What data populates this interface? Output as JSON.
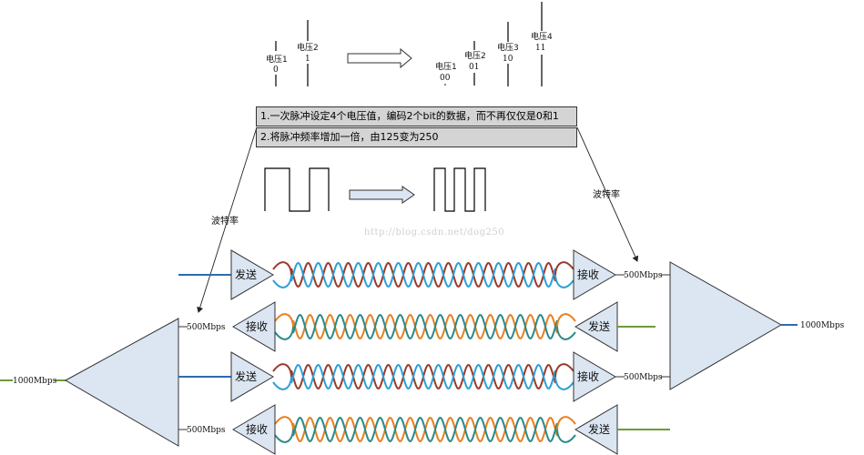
{
  "voltage": {
    "left": [
      {
        "name": "电压1",
        "code": "0"
      },
      {
        "name": "电压2",
        "code": "1"
      }
    ],
    "right": [
      {
        "name": "电压1",
        "code": "00"
      },
      {
        "name": "电压2",
        "code": "01"
      },
      {
        "name": "电压3",
        "code": "10"
      },
      {
        "name": "电压4",
        "code": "11"
      }
    ]
  },
  "notes": [
    "1.一次脉冲设定4个电压值，编码2个bit的数据，而不再仅仅是0和1",
    "2.将脉冲频率增加一倍，由125变为250"
  ],
  "watermark": "http://blog.csdn.net/dog250",
  "baud_label_left": "波特率",
  "baud_label_right": "波特率",
  "lanes": [
    {
      "left_box": "发送",
      "right_box": "接收",
      "right_rate": "500Mbps"
    },
    {
      "left_box": "接收",
      "right_box": "发送",
      "left_rate": "500Mbps"
    },
    {
      "left_box": "发送",
      "right_box": "接收",
      "right_rate": "500Mbps"
    },
    {
      "left_box": "接收",
      "right_box": "发送",
      "left_rate": "500Mbps"
    }
  ],
  "aggregate_left": "1000Mbps",
  "aggregate_right": "1000Mbps",
  "colors": {
    "brown": "#9b3a2a",
    "blue": "#2aa0d8",
    "orange": "#e8801e",
    "teal": "#2a8a8a",
    "line_blue": "#2b6cb0",
    "line_green": "#6e9a3a",
    "tri_fill": "#dbe6f2"
  }
}
